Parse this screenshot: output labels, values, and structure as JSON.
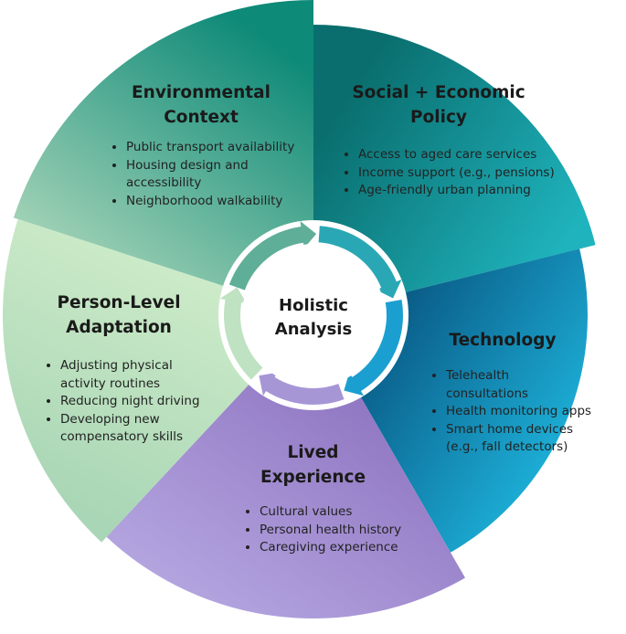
{
  "center": {
    "line1": "Holistic",
    "line2": "Analysis"
  },
  "segments": [
    {
      "key": "environmental",
      "title": [
        "Environmental",
        "Context"
      ],
      "items": [
        "Public transport availability",
        "Housing design and accessibility",
        "Neighborhood walkability"
      ],
      "colors": [
        "#0e8a78",
        "#9fd1b5"
      ]
    },
    {
      "key": "policy",
      "title": [
        "Social + Economic",
        "Policy"
      ],
      "items": [
        "Access to aged care services",
        "Income support (e.g., pensions)",
        "Age-friendly urban planning"
      ],
      "colors": [
        "#0a6e6e",
        "#1fb3bd"
      ]
    },
    {
      "key": "technology",
      "title": [
        "Technology"
      ],
      "items": [
        "Telehealth consultations",
        "Health monitoring apps",
        "Smart home devices (e.g., fall detectors)"
      ],
      "colors": [
        "#0a5f8a",
        "#1fb8e0"
      ]
    },
    {
      "key": "lived",
      "title": [
        "Lived",
        "Experience"
      ],
      "items": [
        "Cultural values",
        "Personal health history",
        "Caregiving experience"
      ],
      "colors": [
        "#b6a8e2",
        "#8d72bf"
      ]
    },
    {
      "key": "person",
      "title": [
        "Person-Level",
        "Adaptation"
      ],
      "items": [
        "Adjusting physical activity routines",
        "Reducing night driving",
        "Developing new compensatory skills"
      ],
      "colors": [
        "#cdebc8",
        "#a9d6b6"
      ]
    }
  ]
}
